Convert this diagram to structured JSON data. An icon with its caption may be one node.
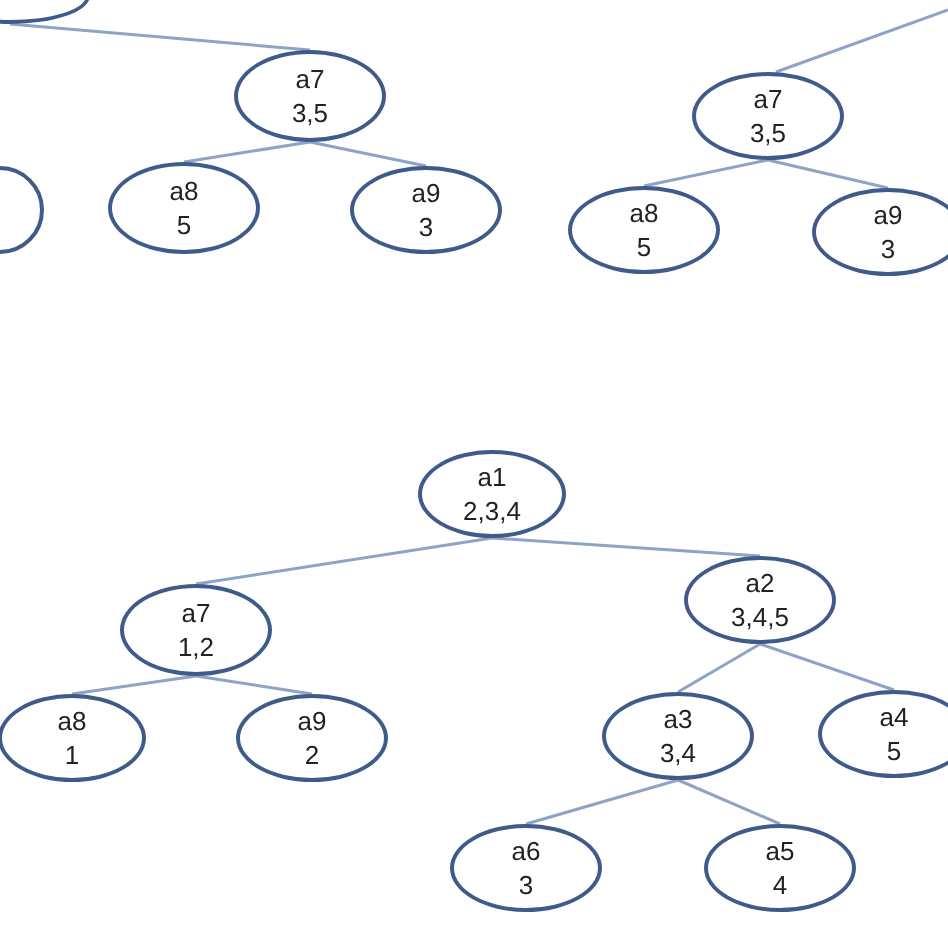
{
  "diagram": {
    "nodes": [
      {
        "text": [],
        "shape": "ellipse"
      },
      {
        "text": [
          "a7",
          "3,5"
        ]
      },
      {
        "text": [
          "a7",
          "3,5"
        ]
      },
      {
        "text": [],
        "shape": "ellipse"
      },
      {
        "text": [
          "a8",
          "5"
        ]
      },
      {
        "text": [
          "a9",
          "3"
        ]
      },
      {
        "text": [
          "a8",
          "5"
        ]
      },
      {
        "text": [
          "a9",
          "3"
        ]
      },
      {
        "text": [
          "a1",
          "2,3,4"
        ]
      },
      {
        "text": [
          "a7",
          "1,2"
        ]
      },
      {
        "text": [
          "a2",
          "3,4,5"
        ]
      },
      {
        "text": [
          "a8",
          "1"
        ]
      },
      {
        "text": [
          "a9",
          "2"
        ]
      },
      {
        "text": [
          "a3",
          "3,4"
        ]
      },
      {
        "text": [
          "a4",
          "5"
        ]
      },
      {
        "text": [
          "a6",
          "3"
        ]
      },
      {
        "text": [
          "a5",
          "4"
        ]
      }
    ],
    "edges": [
      {
        "from": 0,
        "to": 1,
        "arrow": "none"
      },
      {
        "from": null,
        "to": 2,
        "arrow": "none"
      },
      {
        "from": 1,
        "to": 4,
        "arrow": "none"
      },
      {
        "from": 1,
        "to": 5,
        "arrow": "none"
      },
      {
        "from": 2,
        "to": 6,
        "arrow": "none"
      },
      {
        "from": 2,
        "to": 7,
        "arrow": "none"
      },
      {
        "from": 8,
        "to": 9,
        "arrow": "none"
      },
      {
        "from": 8,
        "to": 10,
        "arrow": "none"
      },
      {
        "from": 9,
        "to": 11,
        "arrow": "none"
      },
      {
        "from": 9,
        "to": 12,
        "arrow": "none"
      },
      {
        "from": 10,
        "to": 13,
        "arrow": "none"
      },
      {
        "from": 10,
        "to": 14,
        "arrow": "none"
      },
      {
        "from": 13,
        "to": 15,
        "arrow": "none"
      },
      {
        "from": 13,
        "to": 16,
        "arrow": "none"
      }
    ]
  }
}
